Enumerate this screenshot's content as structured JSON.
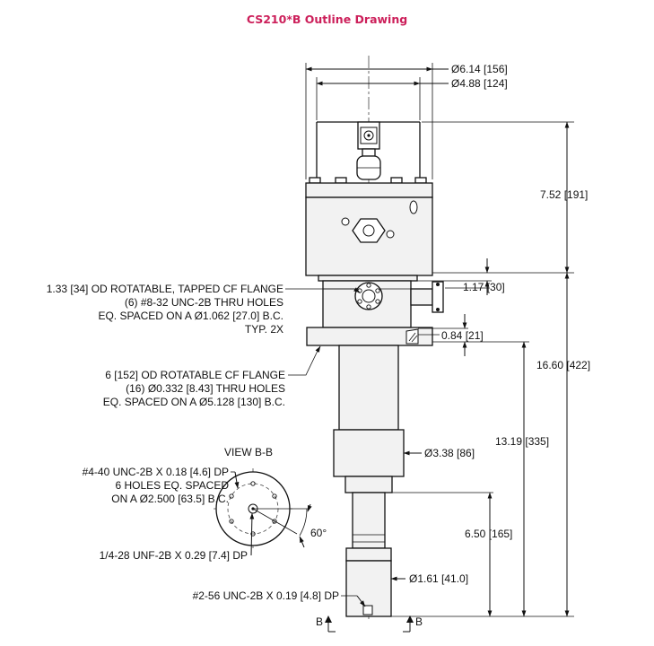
{
  "title": "CS210*B Outline Drawing",
  "colors": {
    "title": "#cc1f5a",
    "body_fill": "#f2f2f2",
    "line": "#111111"
  },
  "dimensions": {
    "top_outer_dia": "Ø6.14 [156]",
    "top_inner_dia": "Ø4.88 [124]",
    "upper_height": "7.52 [191]",
    "flange_offset": "1.17 [30]",
    "flange_thickness": "0.84 [21]",
    "overall_height": "16.60 [422]",
    "lower_height": "13.19 [335]",
    "mid_dia": "Ø3.38 [86]",
    "tip_length": "6.50 [165]",
    "tip_dia": "Ø1.61 [41.0]"
  },
  "notes": {
    "small_flange": [
      "1.33 [34] OD ROTATABLE, TAPPED CF FLANGE",
      "(6) #8-32 UNC-2B THRU HOLES",
      "EQ. SPACED ON A Ø1.062 [27.0] B.C.",
      "TYP. 2X"
    ],
    "big_flange": [
      "6 [152] OD ROTATABLE CF FLANGE",
      "(16) Ø0.332 [8.43] THRU HOLES",
      "EQ. SPACED ON A Ø5.128 [130] B.C."
    ],
    "view_title": "VIEW B-B",
    "bolt_holes": [
      "#4-40 UNC-2B X 0.18 [4.6] DP",
      "6 HOLES EQ. SPACED",
      "ON A Ø2.500 [63.5] B.C."
    ],
    "angle": "60°",
    "center_hole": "1/4-28 UNF-2B X 0.29 [7.4] DP",
    "tip_hole": "#2-56 UNC-2B X 0.19 [4.8] DP",
    "section_left": "B",
    "section_right": "B"
  }
}
